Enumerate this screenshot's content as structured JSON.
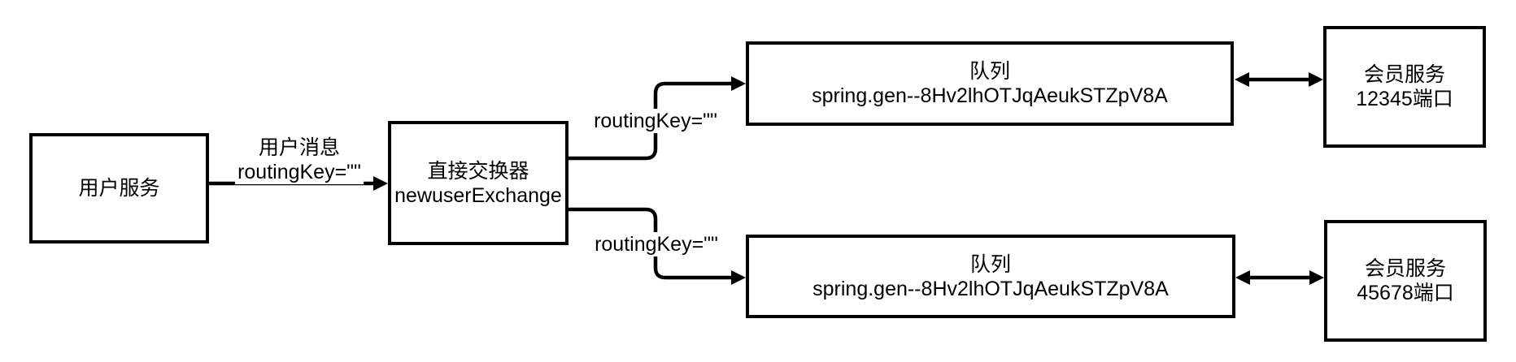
{
  "colors": {
    "background": "#ffffff",
    "stroke": "#000000",
    "text": "#000000"
  },
  "nodes": {
    "user_service": {
      "label": "用户服务"
    },
    "exchange": {
      "label": "直接交换器",
      "sublabel": "newuserExchange"
    },
    "queue_top": {
      "label": "队列",
      "sublabel": "spring.gen--8Hv2lhOTJqAeukSTZpV8A"
    },
    "queue_bottom": {
      "label": "队列",
      "sublabel": "spring.gen--8Hv2lhOTJqAeukSTZpV8A"
    },
    "member_service_top": {
      "label": "会员服务",
      "sublabel": "12345端口"
    },
    "member_service_bottom": {
      "label": "会员服务",
      "sublabel": "45678端口"
    }
  },
  "edges": {
    "user_to_exchange": {
      "label_line1": "用户消息",
      "label_line2": "routingKey=\"\""
    },
    "exchange_to_queue_top": {
      "label": "routingKey=\"\""
    },
    "exchange_to_queue_bottom": {
      "label": "routingKey=\"\""
    }
  }
}
